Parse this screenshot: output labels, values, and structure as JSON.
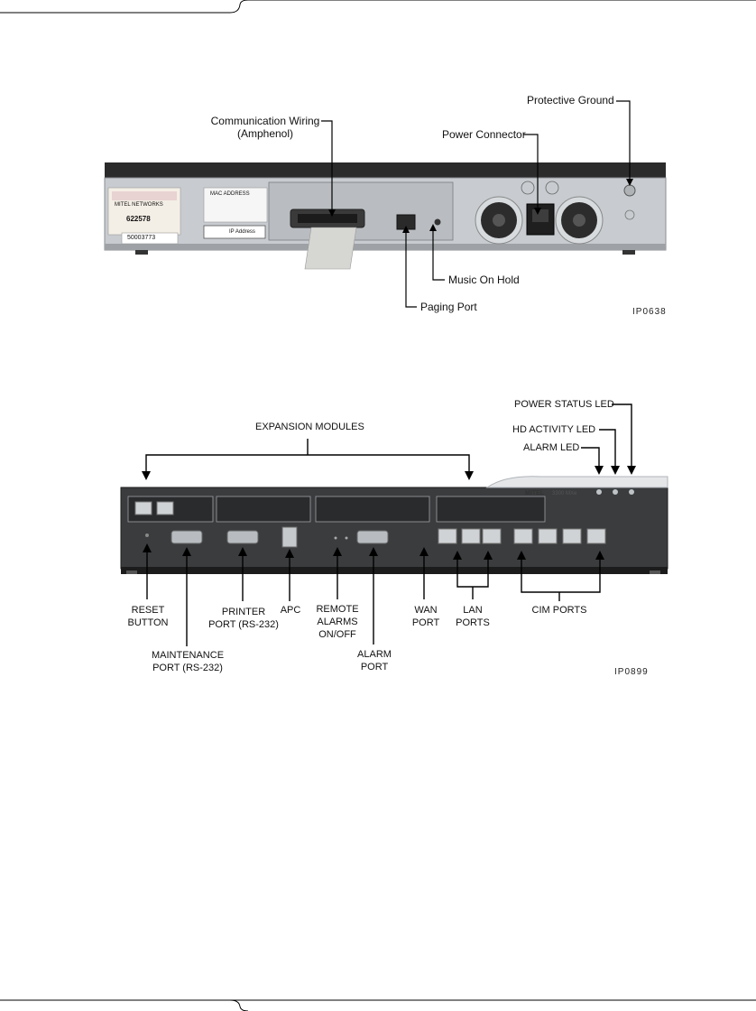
{
  "figure1": {
    "callouts": {
      "communication_wiring": [
        "Communication Wiring",
        "(Amphenol)"
      ],
      "power_connector": "Power Connector",
      "protective_ground": "Protective Ground",
      "music_on_hold": "Music On Hold",
      "paging_port": "Paging Port"
    },
    "figure_id": "IP0638",
    "device_labels": {
      "sticker_number": "622578",
      "sticker_brand": "MITEL NETWORKS",
      "mac_address": "MAC ADDRESS",
      "serial_number": "50003773",
      "ip_address": "IP Address"
    }
  },
  "figure2": {
    "callouts": {
      "expansion_modules": "EXPANSION MODULES",
      "power_status_led": "POWER STATUS LED",
      "hd_activity_led": "HD ACTIVITY LED",
      "alarm_led": "ALARM LED",
      "reset_button": [
        "RESET",
        "BUTTON"
      ],
      "maintenance_port": [
        "MAINTENANCE",
        "PORT (RS-232)"
      ],
      "printer_port": [
        "PRINTER",
        "PORT (RS-232)"
      ],
      "apc": "APC",
      "remote_alarms": [
        "REMOTE",
        "ALARMS",
        "ON/OFF"
      ],
      "alarm_port": [
        "ALARM",
        "PORT"
      ],
      "wan_port": [
        "WAN",
        "PORT"
      ],
      "lan_ports": [
        "LAN",
        "PORTS"
      ],
      "cim_ports": "CIM PORTS"
    },
    "figure_id": "IP0899",
    "device_labels": {
      "brand": "MITEL",
      "model": "3300 MXe"
    }
  },
  "colors": {
    "chassis_dark": "#2a2a2a",
    "chassis_panel": "#3a3c3e",
    "metal_light": "#c9cdd0",
    "port_silver": "#b8bcc0"
  }
}
